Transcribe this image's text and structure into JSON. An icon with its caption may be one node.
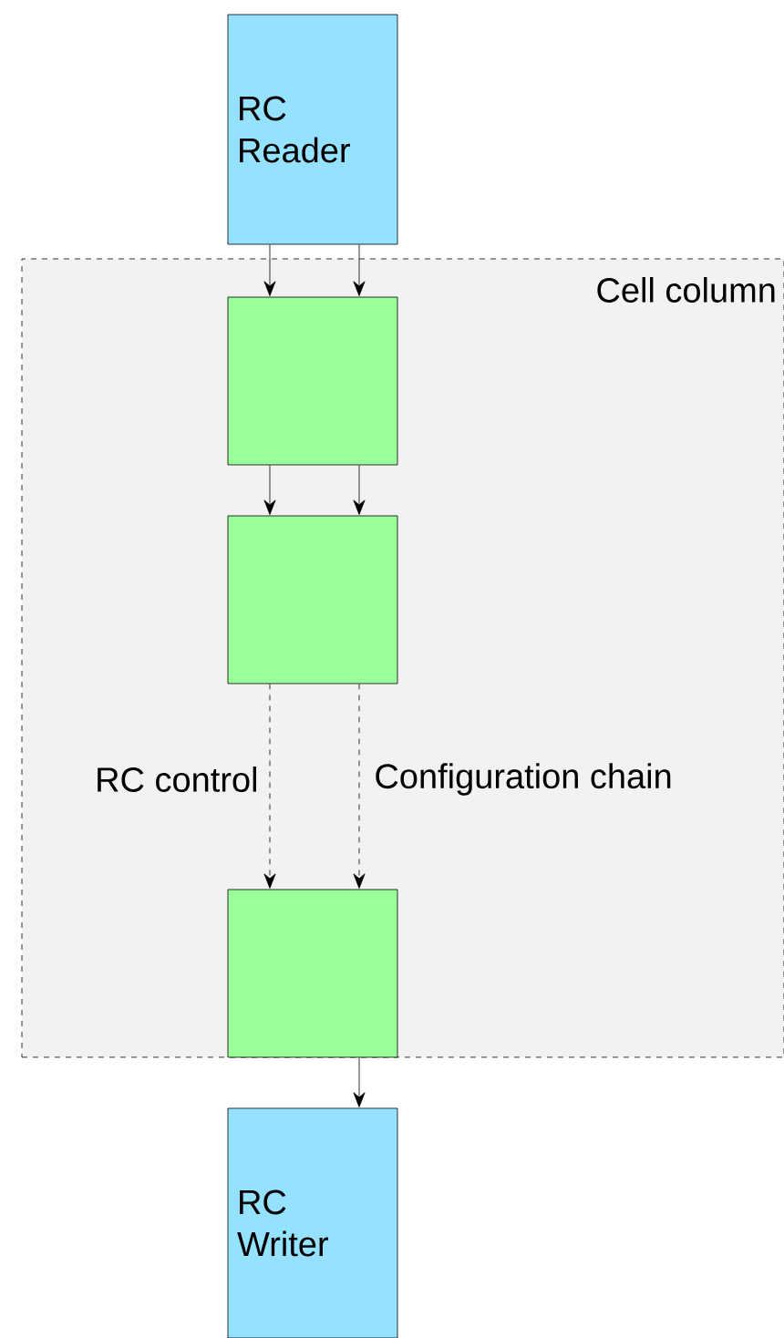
{
  "diagram": {
    "nodes": [
      {
        "text": [
          "Cell column"
        ]
      },
      {
        "text": [
          "RC Reader"
        ]
      },
      {
        "text": [],
        "shape": "box",
        "in": 0
      },
      {
        "text": [],
        "shape": "box",
        "in": 0
      },
      {
        "text": [],
        "shape": "box",
        "in": 0
      },
      {
        "text": [
          "RC Writer"
        ]
      }
    ],
    "edges": [
      {
        "from": 1,
        "to": 2,
        "arrow": "to"
      },
      {
        "from": 1,
        "to": 2,
        "arrow": "to"
      },
      {
        "from": 2,
        "to": 3,
        "arrow": "to"
      },
      {
        "from": 2,
        "to": 3,
        "arrow": "to"
      },
      {
        "from": 3,
        "to": 4,
        "arrow": "to",
        "style": "dashed",
        "label": "RC control"
      },
      {
        "from": 3,
        "to": 4,
        "arrow": "to",
        "style": "dashed",
        "label": "Configuration chain"
      },
      {
        "from": 4,
        "to": 5,
        "arrow": "to"
      }
    ]
  }
}
